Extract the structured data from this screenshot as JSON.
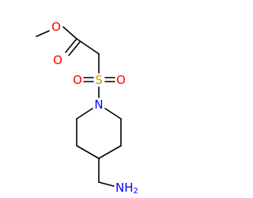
{
  "molecule": {
    "atoms": [
      {
        "id": "O_methoxy",
        "symbol": "O",
        "color": "#ff0000"
      },
      {
        "id": "O_carbonyl",
        "symbol": "O",
        "color": "#ff0000"
      },
      {
        "id": "O_sulfonyl1",
        "symbol": "O",
        "color": "#ff0000"
      },
      {
        "id": "S",
        "symbol": "S",
        "color": "#c8a000"
      },
      {
        "id": "O_sulfonyl2",
        "symbol": "O",
        "color": "#ff0000"
      },
      {
        "id": "N_ring",
        "symbol": "N",
        "color": "#0000ff"
      },
      {
        "id": "N_amine",
        "symbol": "NH",
        "subscript": "2",
        "color": "#0000ff"
      }
    ],
    "bond_color": "#000000"
  }
}
